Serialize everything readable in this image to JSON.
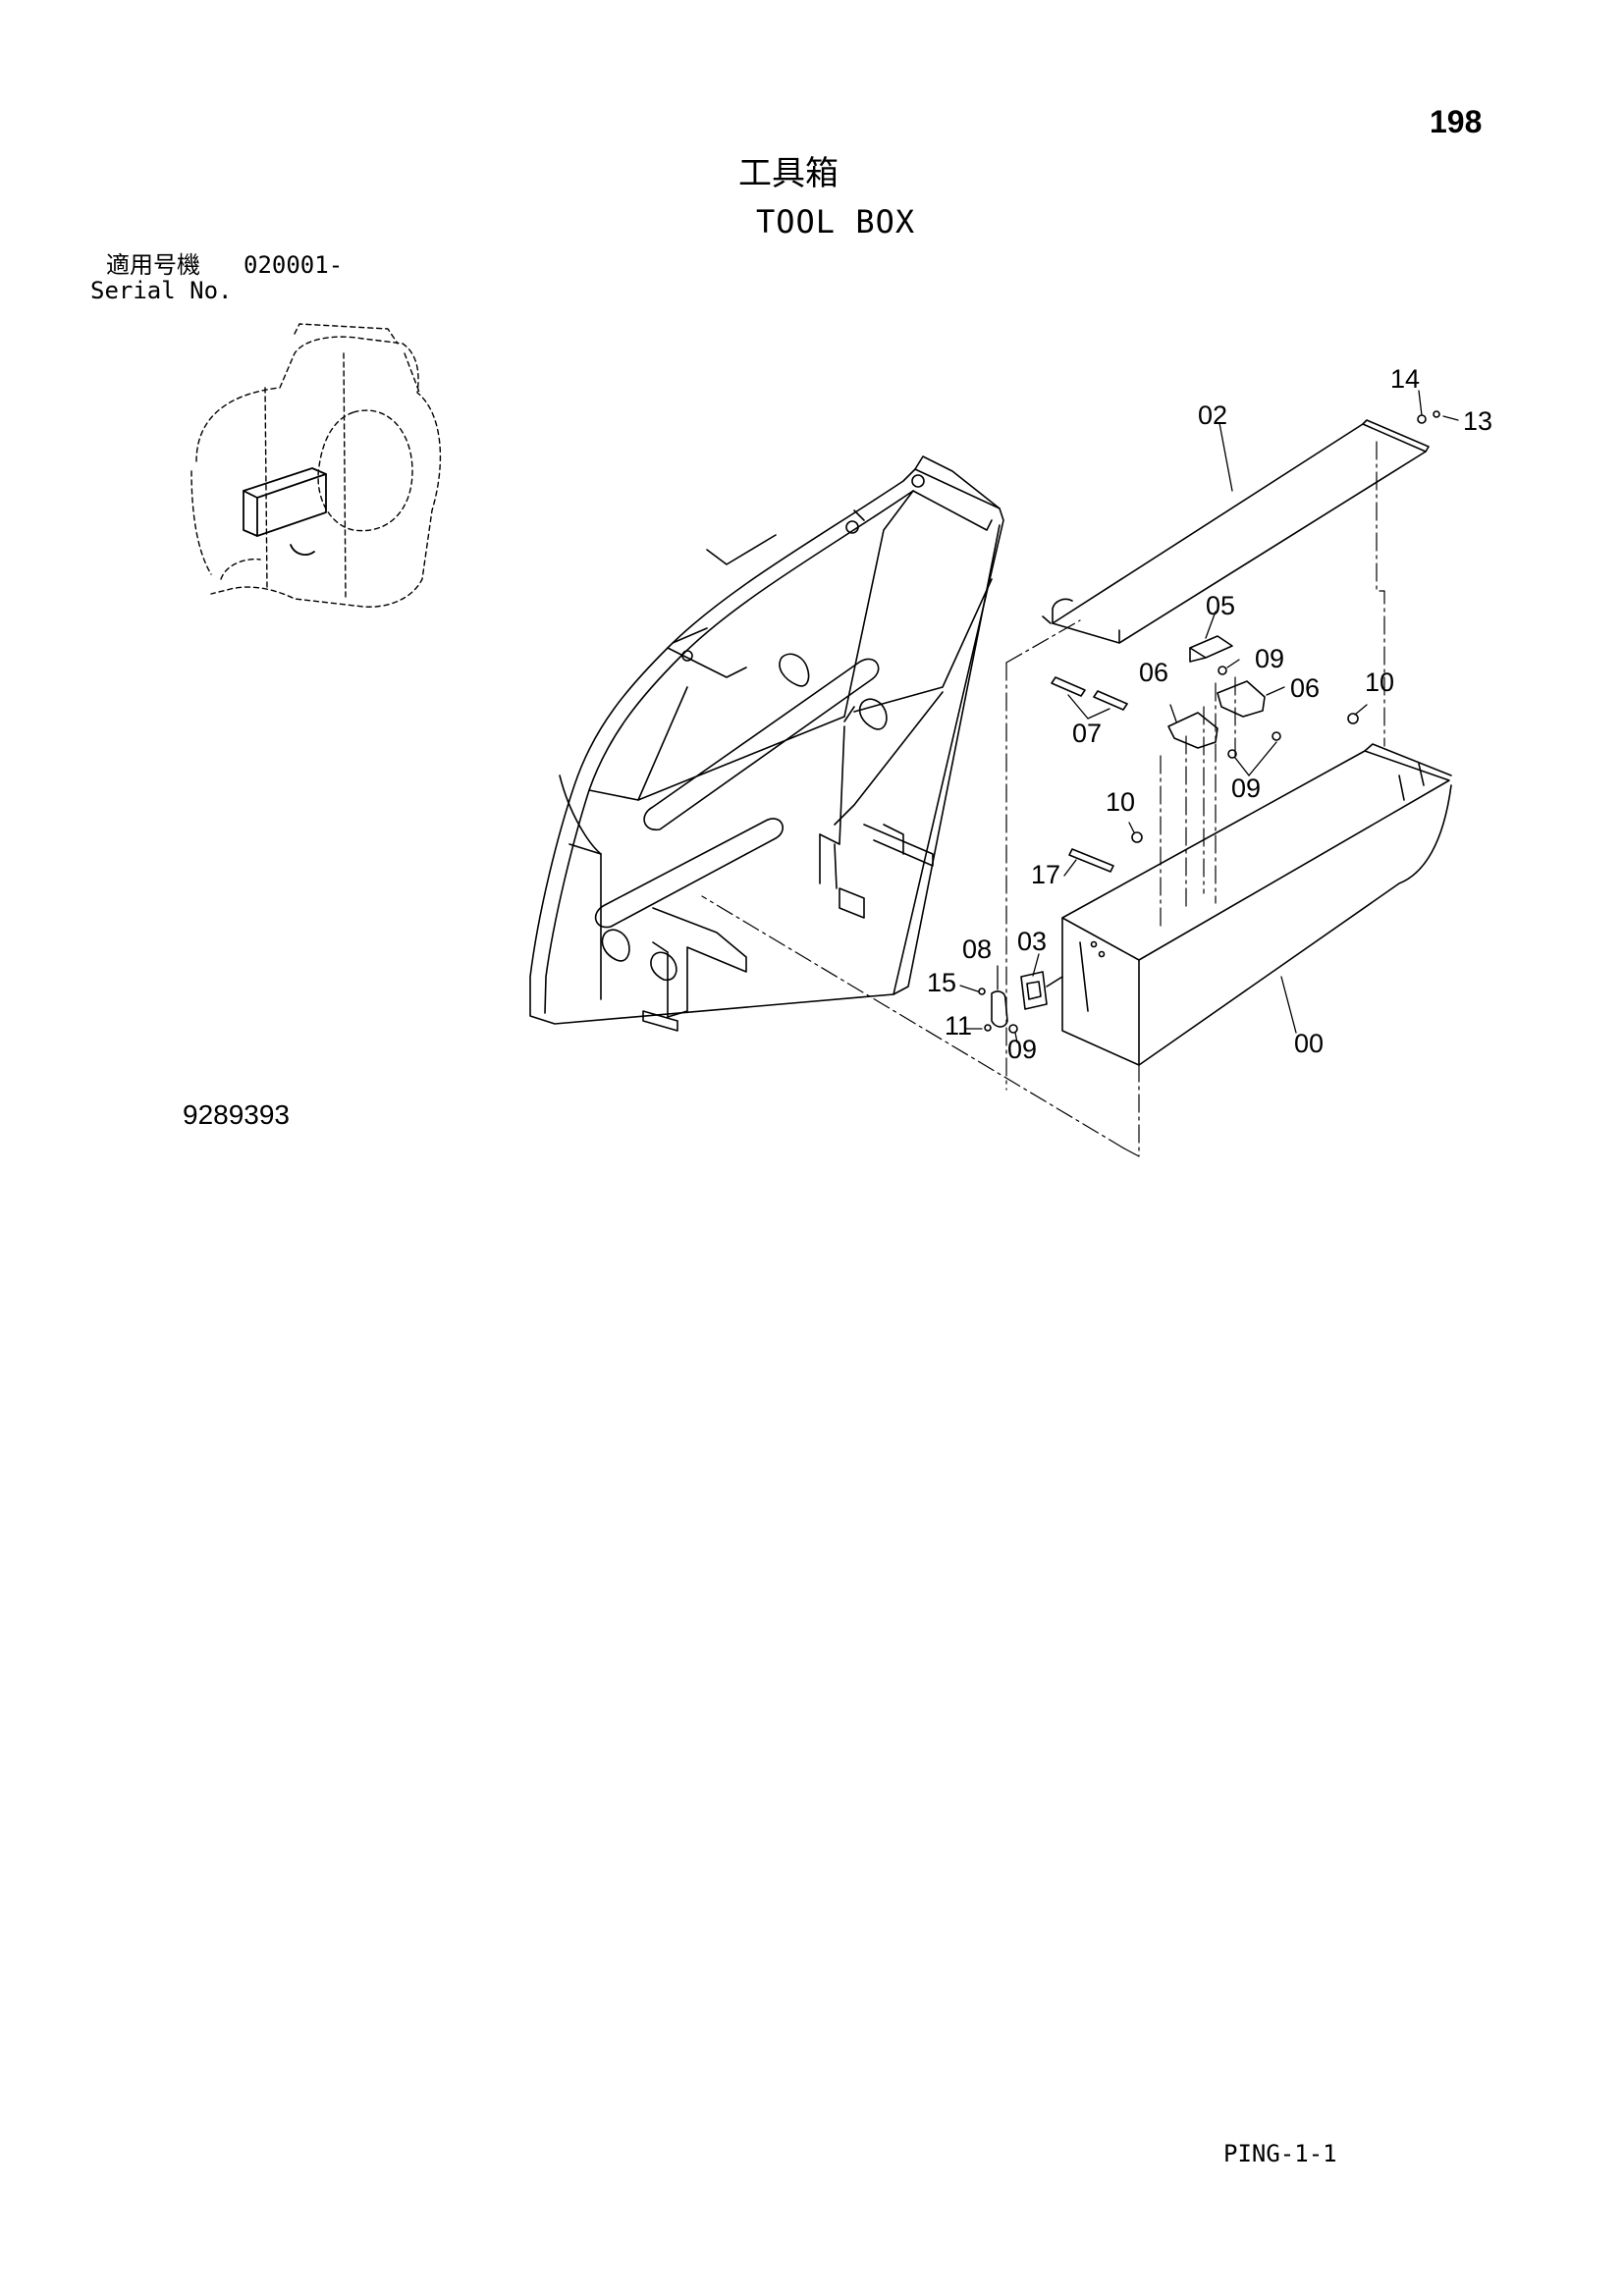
{
  "page_number": "198",
  "title_ja": "工具箱",
  "title_en": "TOOL BOX",
  "serial": {
    "label_ja": "適用号機",
    "range": "020001-",
    "label_en": "Serial No."
  },
  "drawing_number": "9289393",
  "sheet_code": "PING-1-1",
  "callouts": [
    "14",
    "13",
    "02",
    "05",
    "09",
    "06",
    "06",
    "10",
    "07",
    "09",
    "10",
    "17",
    "08",
    "03",
    "15",
    "11",
    "09",
    "00"
  ]
}
